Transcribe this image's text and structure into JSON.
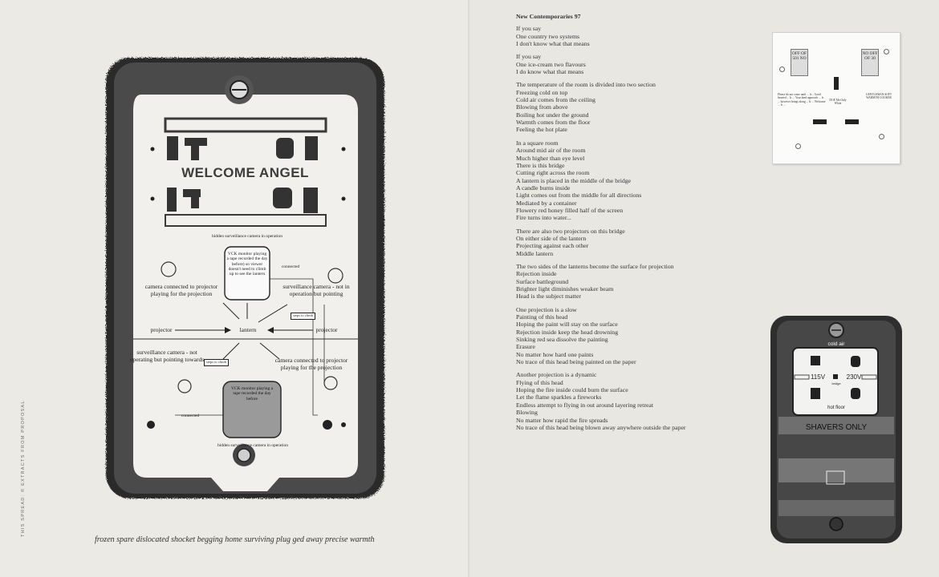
{
  "left_page": {
    "vertical_credit": "THIS SPREAD: © EXTRACTS FROM PROPOSAL",
    "socket": {
      "welcome": "WELCOME ANGEL",
      "hidden_top": "hidden surveillance camera in operation",
      "vck_top": "VCK monitor playing a tape recorded the day before) so viewer doesn't need to climb up to see the lantern",
      "connected_right": "connected",
      "camera_left": "camera connected to projector playing for the projection",
      "surveillance_right": "surveillance camera - not in operation but pointing",
      "steps_right": "steps to climb",
      "projector_left": "projector",
      "lantern": "lantern",
      "projector_right": "projector",
      "surveillance_left": "surveillance camera - not operating but pointing towards",
      "steps_left": "steps to climb",
      "camera_right": "camera connected to projector playing for the projection",
      "vck_bottom": "VCK monitor playing a tape recorded the day before",
      "connected_left": "connected",
      "hidden_bottom": "hidden surveillance camera in operation"
    },
    "caption": "frozen spare dislocated shocket begging home surviving plug ged away precise warmth"
  },
  "right_page": {
    "title": "New Contemporaries 97",
    "stanzas": [
      [
        "If you say",
        "One country two systems",
        "I don't know what that means"
      ],
      [
        "If you say",
        "One ice-cream two flavours",
        "I do know what that means"
      ],
      [
        "The temperature of the room is divided into two section",
        "Freezing cold on top",
        "Cold air comes from the ceiling",
        "Blowing from above",
        "Boiling hot under the ground",
        "Warmth comes from the floor",
        "Feeling the hot plate"
      ],
      [
        "In a square room",
        "Around mid air of the room",
        "Much higher than eye level",
        "There is this bridge",
        "Cutting right across the room",
        "A lantern is placed in the middle of the bridge",
        "A candle burns inside",
        "Light comes out from the middle for all directions",
        "Mediated by a container",
        "Flowery red honey filled half of the screen",
        "Fire turns into water..."
      ],
      [
        "There are also two projectors on this bridge",
        "On either side of the lantern",
        "Projecting against each other",
        "Middle lantern"
      ],
      [
        "The two sides of the lanterns become the surface for projection",
        "Rejection inside",
        "Surface battleground",
        "Brighter light diminishes weaker beam",
        "Head is the subject matter"
      ],
      [
        "One projection is a slow",
        "Painting of this head",
        "Hoping the paint will stay on the surface",
        "Rejection inside keep the head drowning",
        "Sinking red sea dissolve the painting",
        "Erasure",
        "No matter how hard one paints",
        "No trace of this head being painted on the paper"
      ],
      [
        "Another projection is a dynamic",
        "Flying of this head",
        "Hoping the fire inside could burn the surface",
        "Let the flame sparkles a fireworks",
        "Endless attempt to flying in out around layering retreat",
        "Blowing",
        "No matter how rapid the fire spreads",
        "No trace of this head being blown away anywhere outside the paper"
      ]
    ],
    "plate": {
      "switch_left": "OFF OF 501 NO",
      "switch_right": "NO OFF OF 30",
      "text_left": "Please do not come until ... fr... Good hearted ... Ir ... Your kind approach ... fr ... however brings along ... Ir ... Welcome ... fr ...",
      "text_mid": "DOE Me Only White",
      "text_right": "GENTLEMAN SOFT WARMTH COOKER"
    },
    "shaver": {
      "cold_air": "cold air",
      "v115": "115V",
      "v230": "230V",
      "bridge": "bridge",
      "hot_floor": "hot floor",
      "shavers_only": "SHAVERS ONLY"
    }
  }
}
